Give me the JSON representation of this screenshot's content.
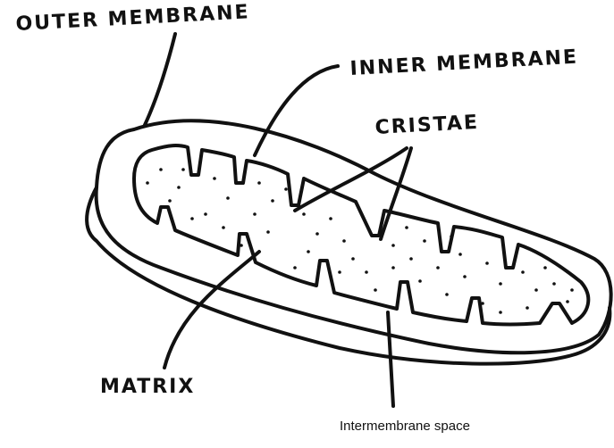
{
  "labels": {
    "outer_membrane": "OUTER MEMBRANE",
    "inner_membrane": "INNER MEMBRANE",
    "cristae": "CRISTAE",
    "matrix": "MATRIX",
    "intermembrane_space": "Intermembrane space"
  },
  "colors": {
    "ink": "#111111",
    "background": "#ffffff"
  }
}
